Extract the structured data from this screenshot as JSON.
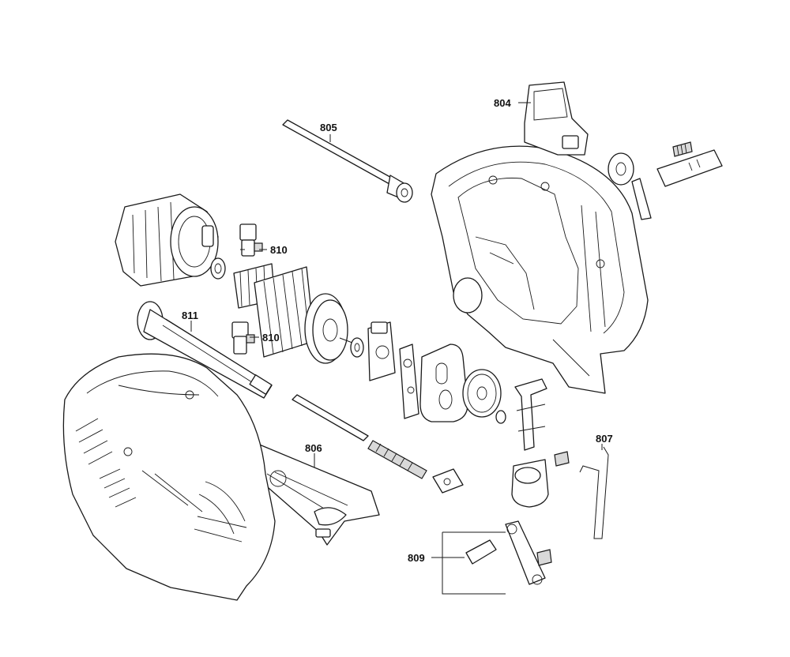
{
  "callouts": {
    "c804": "804",
    "c805": "805",
    "c806": "806",
    "c807": "807",
    "c809": "809",
    "c810a": "810",
    "c810b": "810",
    "c811": "811"
  }
}
